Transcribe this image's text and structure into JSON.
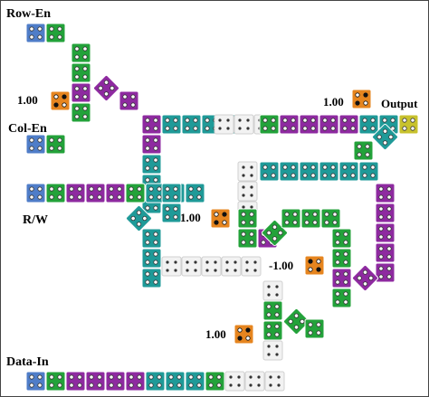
{
  "labels": {
    "row_en": "Row-En",
    "col_en": "Col-En",
    "rw": "R/W",
    "data_in": "Data-In",
    "output": "Output",
    "w1": "1.00",
    "w2": "1.00",
    "w3": "1.00",
    "w4": "-1.00",
    "w5": "1.00"
  },
  "colors": {
    "blue": "#4f7dc8",
    "green": "#23a23a",
    "purple": "#8e2aa0",
    "teal": "#1f9a98",
    "orange": "#e6851f",
    "yellow": "#c8c22e",
    "white_cell": "#f2f2f2"
  }
}
